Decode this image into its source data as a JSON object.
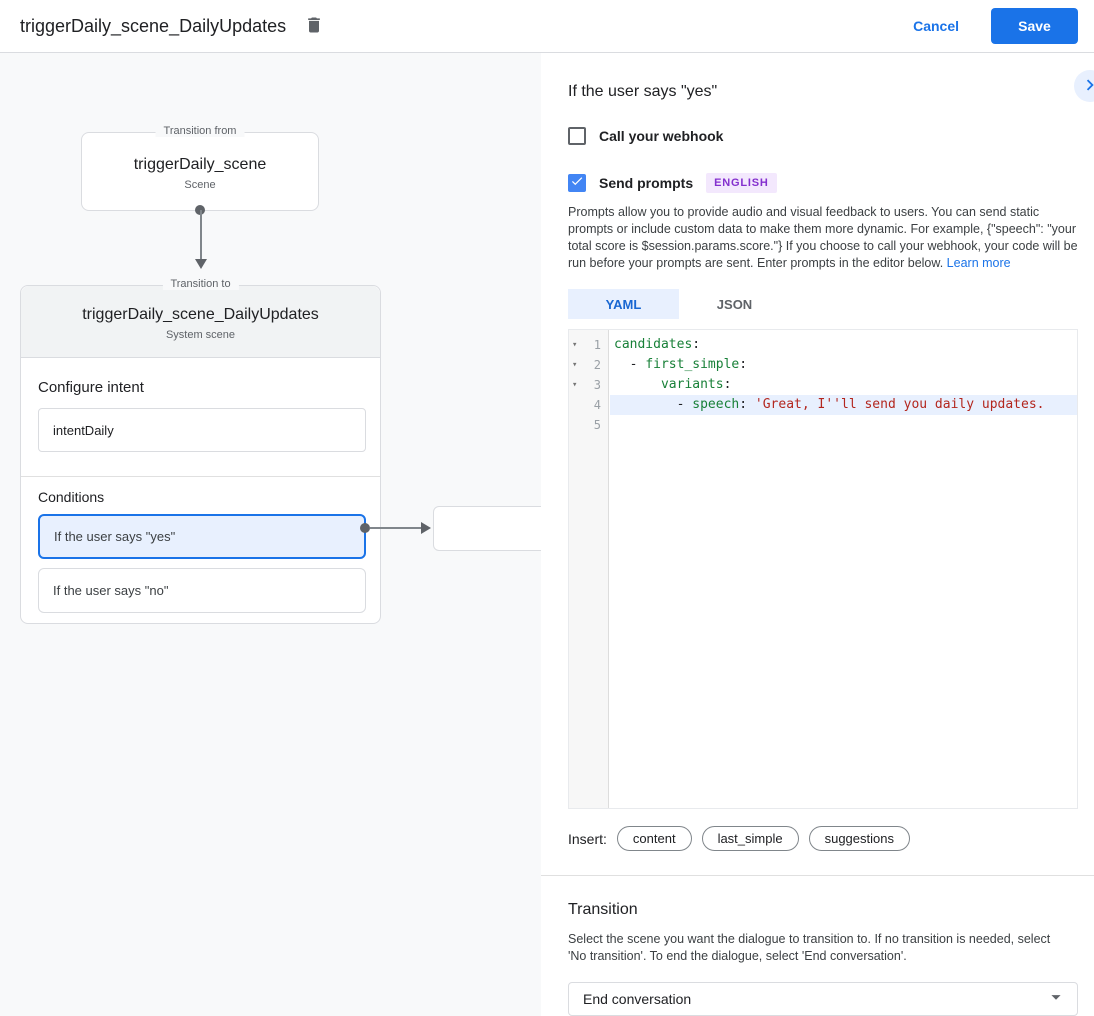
{
  "header": {
    "title": "triggerDaily_scene_DailyUpdates",
    "cancel_label": "Cancel",
    "save_label": "Save"
  },
  "canvas": {
    "from_box": {
      "legend": "Transition from",
      "title": "triggerDaily_scene",
      "subtitle": "Scene"
    },
    "to_card": {
      "legend": "Transition to",
      "title": "triggerDaily_scene_DailyUpdates",
      "subtitle": "System scene",
      "configure_intent_label": "Configure intent",
      "intent_value": "intentDaily",
      "conditions_label": "Conditions",
      "conditions": [
        {
          "label": "If the user says \"yes\"",
          "selected": true
        },
        {
          "label": "If the user says \"no\"",
          "selected": false
        }
      ]
    }
  },
  "panel": {
    "title": "If the user says \"yes\"",
    "webhook": {
      "label": "Call your webhook",
      "checked": false
    },
    "send_prompts": {
      "label": "Send prompts",
      "badge": "ENGLISH",
      "checked": true
    },
    "description": "Prompts allow you to provide audio and visual feedback to users. You can send static prompts or include custom data to make them more dynamic. For example, {\"speech\": \"your total score is $session.params.score.\"} If you choose to call your webhook, your code will be run before your prompts are sent. Enter prompts in the editor below. ",
    "learn_more_label": "Learn more",
    "tabs": [
      {
        "label": "YAML",
        "active": true
      },
      {
        "label": "JSON",
        "active": false
      }
    ],
    "editor": {
      "lines": [
        {
          "num": "1",
          "indent": "",
          "key": "candidates",
          "sep": ":"
        },
        {
          "num": "2",
          "indent": "  - ",
          "key": "first_simple",
          "sep": ":"
        },
        {
          "num": "3",
          "indent": "      ",
          "key": "variants",
          "sep": ":"
        },
        {
          "num": "4",
          "indent": "        - ",
          "key": "speech",
          "sep": ": ",
          "str": "'Great, I''ll send you daily updates."
        },
        {
          "num": "5"
        }
      ]
    },
    "insert": {
      "label": "Insert:",
      "chips": [
        "content",
        "last_simple",
        "suggestions"
      ]
    },
    "transition": {
      "title": "Transition",
      "description": "Select the scene you want the dialogue to transition to. If no transition is needed, select 'No transition'. To end the dialogue, select 'End conversation'.",
      "dropdown_value": "End conversation"
    }
  },
  "colors": {
    "accent_blue": "#1a73e8",
    "selected_condition_bg": "#e8f0fe",
    "checkbox_checked": "#4285f4",
    "badge_text": "#8430ce",
    "badge_bg": "#f3e8fd",
    "code_key_green": "#188038",
    "code_string_red": "#b3261e",
    "line_highlight": "#e8f0fe",
    "canvas_bg": "#f8f9fa",
    "card_header_bg": "#f1f3f4"
  }
}
